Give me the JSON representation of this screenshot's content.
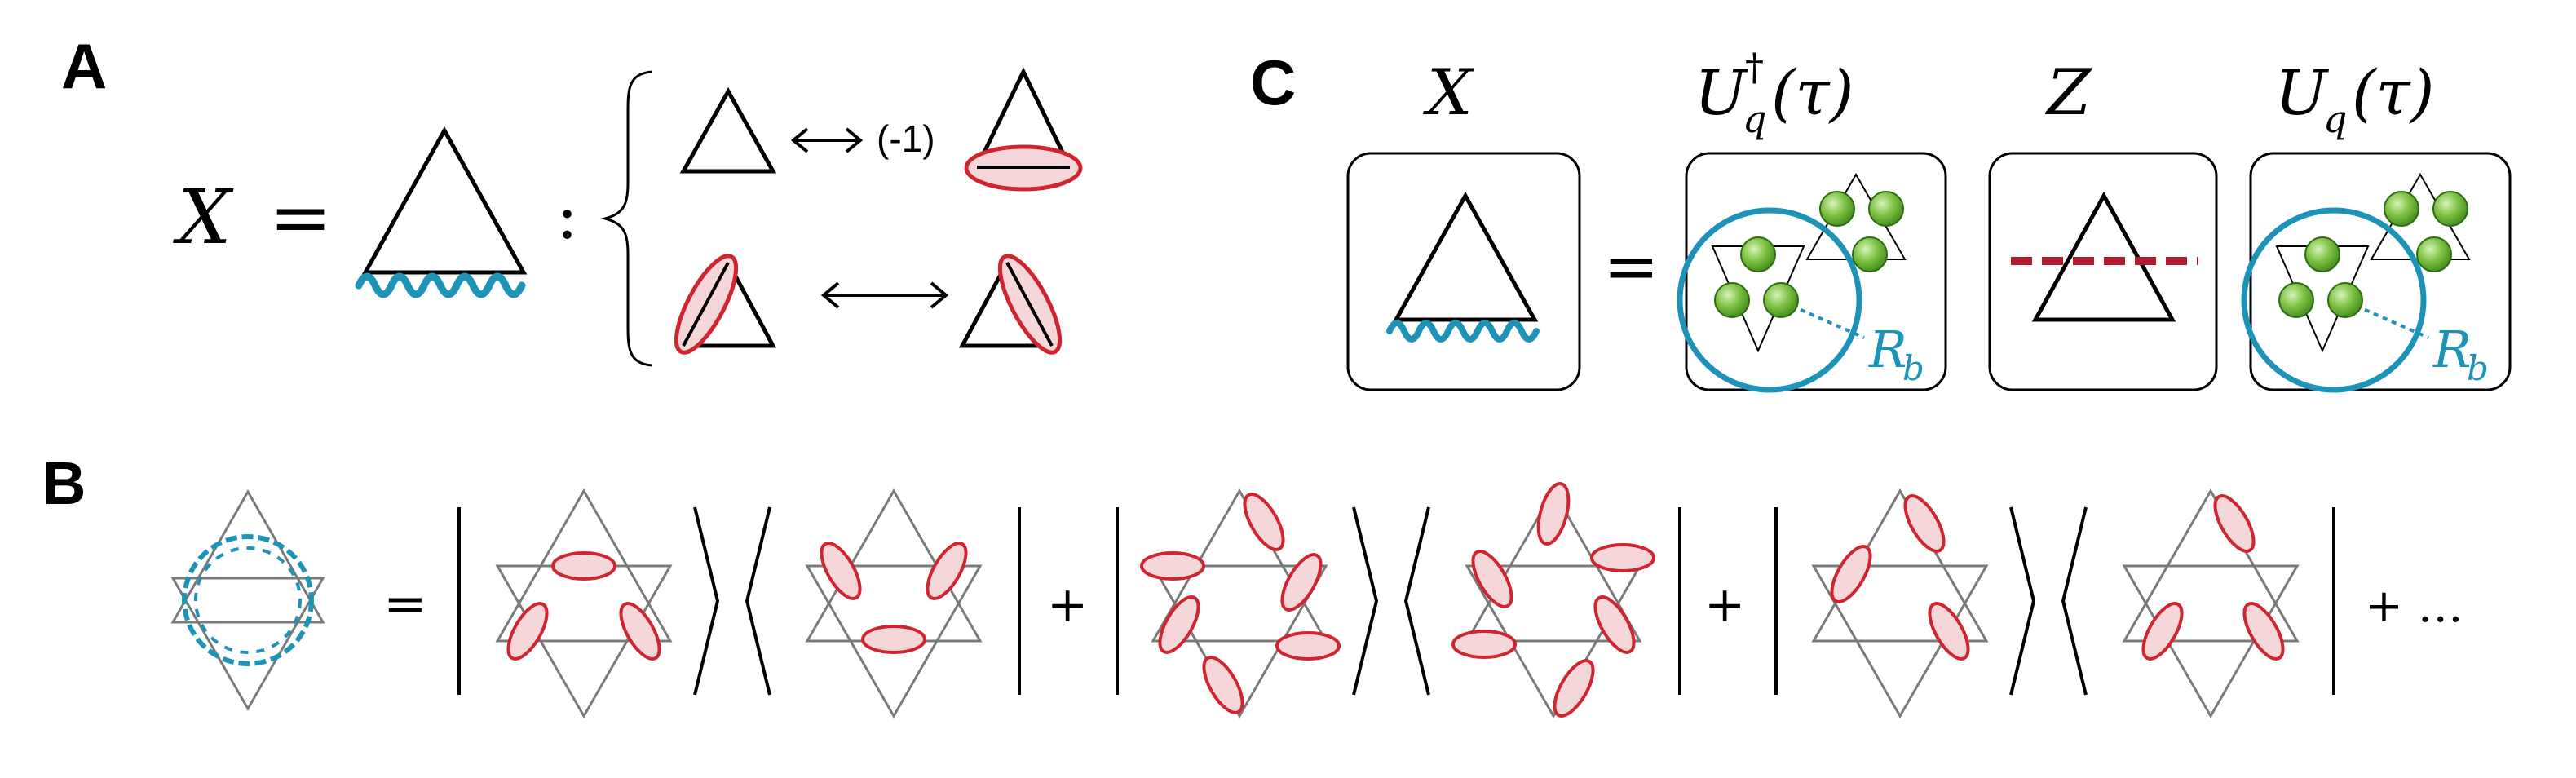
{
  "colors": {
    "wave": "#1e93b8",
    "dimer_stroke": "#cf2530",
    "dimer_fill": "#f6d7d9",
    "lattice": "#7a7a7a",
    "atom_fill": "#7dc242",
    "cut_line": "#b01c2e"
  },
  "panel_a": {
    "label": "A",
    "lhs_symbol": "X",
    "equals": "=",
    "colon": ":",
    "sign_factor": "(-1)",
    "arrow_icon": "double-arrow"
  },
  "panel_b": {
    "label": "B",
    "equals": "=",
    "plus": "+",
    "ellipsis": "+ …"
  },
  "panel_c": {
    "label": "C",
    "x_symbol": "X",
    "u_dagger_main": "U",
    "u_dagger_sup": "†",
    "u_dagger_sub": "q",
    "u_dagger_arg": "(τ)",
    "z_symbol": "Z",
    "u_main": "U",
    "u_sub": "q",
    "u_arg": "(τ)",
    "equals": "=",
    "rb_main": "R",
    "rb_sub": "b"
  }
}
